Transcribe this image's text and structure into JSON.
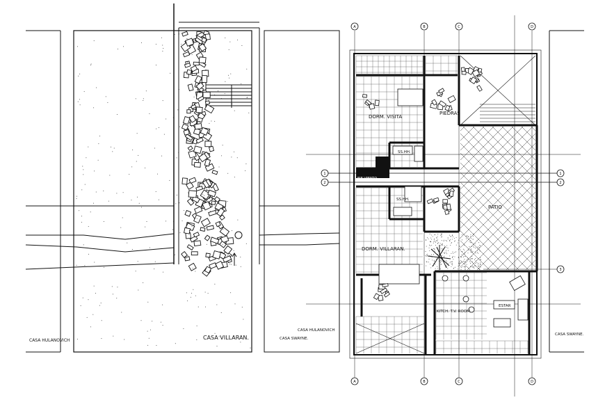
{
  "drawing": {
    "left_sheet": {
      "neighbor_left": "CASA HULANOVICH",
      "main_label": "CASA VILLARAN.",
      "neighbor_right_top": "CASA HULANOVICH",
      "neighbor_right_bottom": "CASA SWAYNE."
    },
    "right_sheet": {
      "rooms": [
        {
          "key": "dorm_visita",
          "label": "DORM. VISITA"
        },
        {
          "key": "piedras",
          "label": "PIEDRAS"
        },
        {
          "key": "ss_hh_top",
          "label": "SS.HH."
        },
        {
          "key": "ss_hh_mid",
          "label": "SS.HH."
        },
        {
          "key": "patio",
          "label": "PATIO"
        },
        {
          "key": "dorm_villaran",
          "label": "DORM. VILLARAN."
        },
        {
          "key": "kitchen",
          "label": "KITCH. T.V. ROOM"
        },
        {
          "key": "estar",
          "label": "ESTAR"
        }
      ],
      "corridor_label": "EJE VIENTO",
      "neighbor_right": "CASA SWAYNE."
    },
    "grid_top": [
      "A",
      "B",
      "C",
      "D"
    ],
    "grid_side": [
      "1",
      "2",
      "3"
    ]
  }
}
